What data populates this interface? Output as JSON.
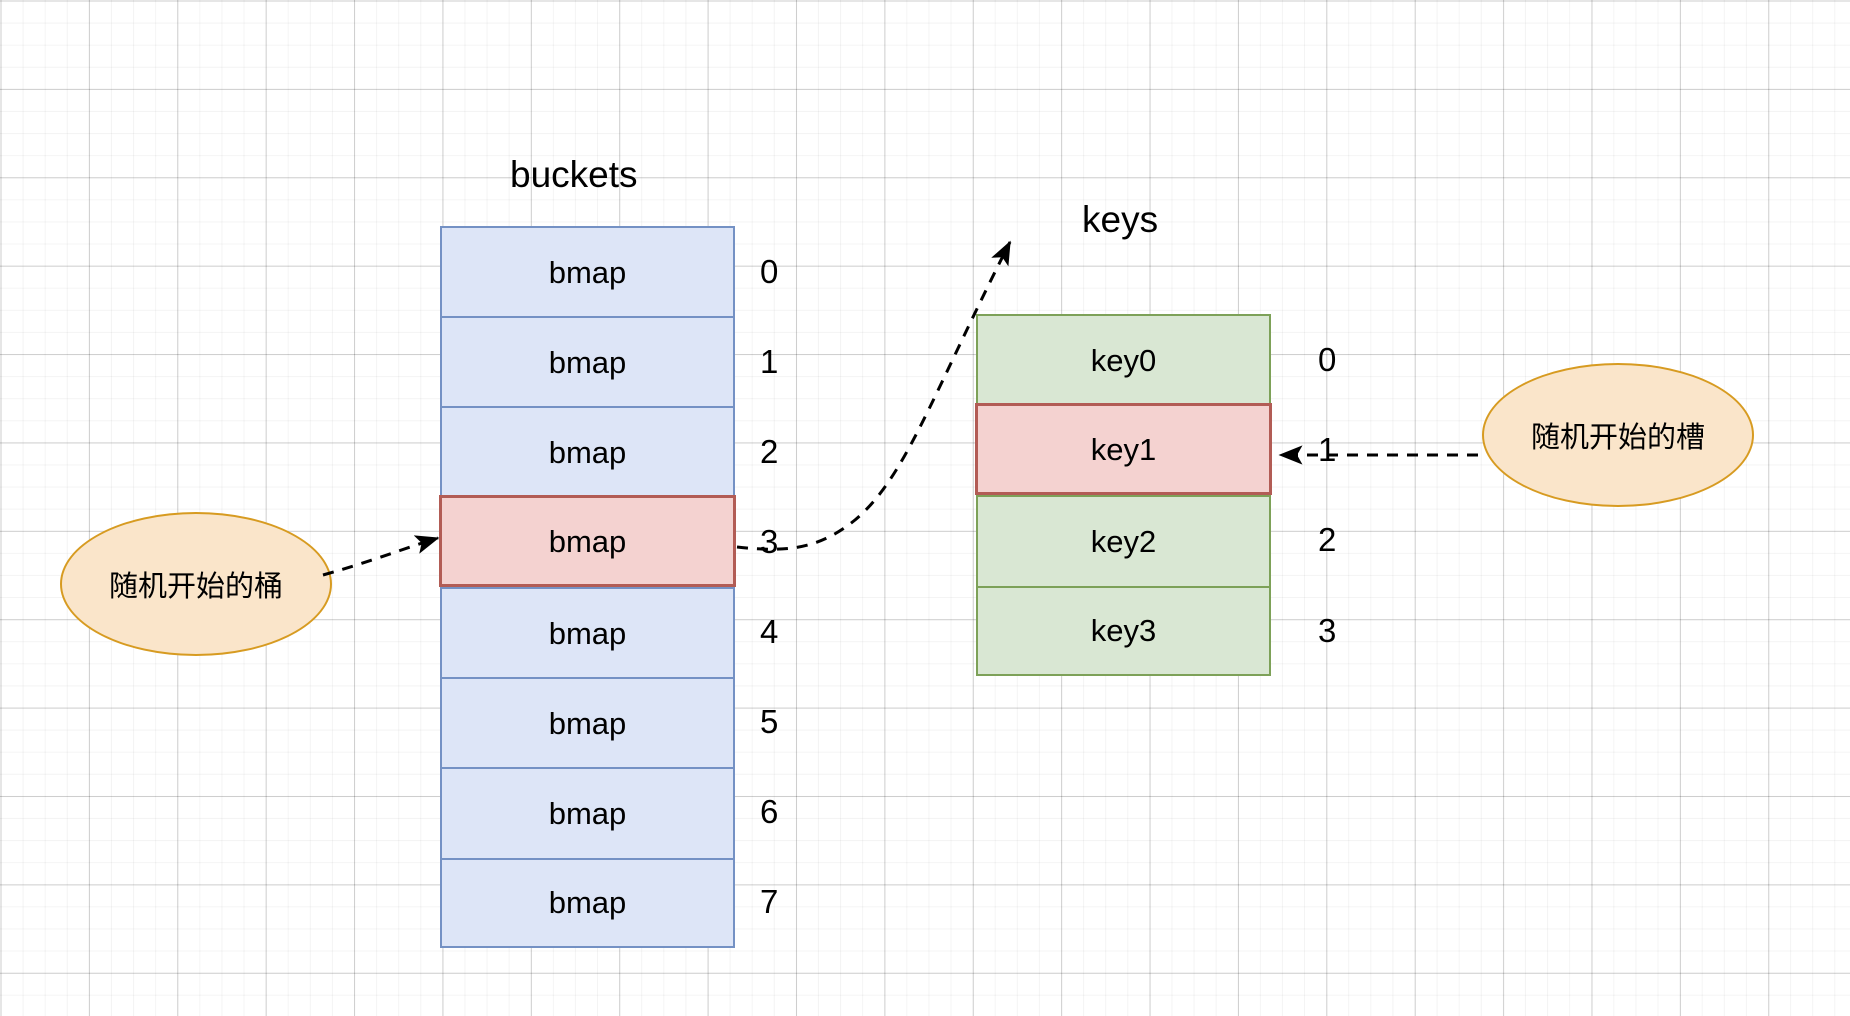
{
  "diagram": {
    "title_buckets": "buckets",
    "title_keys": "keys",
    "buckets": {
      "label": "buckets",
      "cells": [
        {
          "text": "bmap",
          "index": "0",
          "highlight": false
        },
        {
          "text": "bmap",
          "index": "1",
          "highlight": false
        },
        {
          "text": "bmap",
          "index": "2",
          "highlight": false
        },
        {
          "text": "bmap",
          "index": "3",
          "highlight": true
        },
        {
          "text": "bmap",
          "index": "4",
          "highlight": false
        },
        {
          "text": "bmap",
          "index": "5",
          "highlight": false
        },
        {
          "text": "bmap",
          "index": "6",
          "highlight": false
        },
        {
          "text": "bmap",
          "index": "7",
          "highlight": false
        }
      ]
    },
    "keys": {
      "label": "keys",
      "cells": [
        {
          "text": "key0",
          "index": "0",
          "highlight": false
        },
        {
          "text": "key1",
          "index": "1",
          "highlight": true
        },
        {
          "text": "key2",
          "index": "2",
          "highlight": false
        },
        {
          "text": "key3",
          "index": "3",
          "highlight": false
        }
      ]
    },
    "annotations": [
      {
        "name": "random-start-bucket",
        "text": "随机开始的桶"
      },
      {
        "name": "random-start-slot",
        "text": "随机开始的槽"
      }
    ],
    "colors": {
      "bucket_fill": "#dde5f7",
      "bucket_border": "#7491c4",
      "key_fill": "#d9e7d3",
      "key_border": "#7da158",
      "highlight_fill": "#f4d2d0",
      "highlight_border": "#b25c55",
      "callout_fill": "#fae5ca",
      "callout_border": "#d79b21",
      "arrow": "#000000"
    }
  }
}
